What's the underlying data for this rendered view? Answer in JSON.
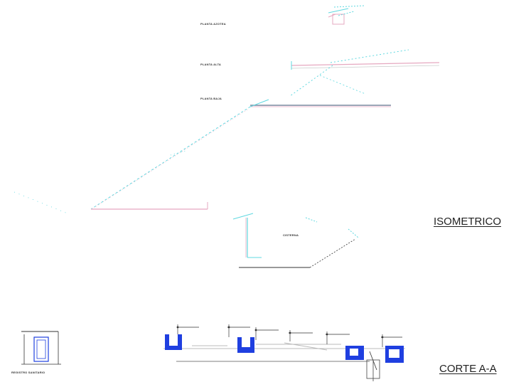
{
  "labels": {
    "planta_azotea": "PLANTA AZOTEA",
    "planta_alta": "PLANTA ALTA",
    "planta_baja": "PLANTA BAJA",
    "cisterna": "CISTERNA",
    "registro_sanitario": "REGISTRO SANITARIO",
    "isometrico": "ISOMETRICO",
    "corte_aa": "CORTE A-A"
  },
  "colors": {
    "water_pipe": "#5fd8e0",
    "drain_pipe": "#e6a8c0",
    "section_fixture": "#1f3fe0",
    "line": "#333333"
  }
}
